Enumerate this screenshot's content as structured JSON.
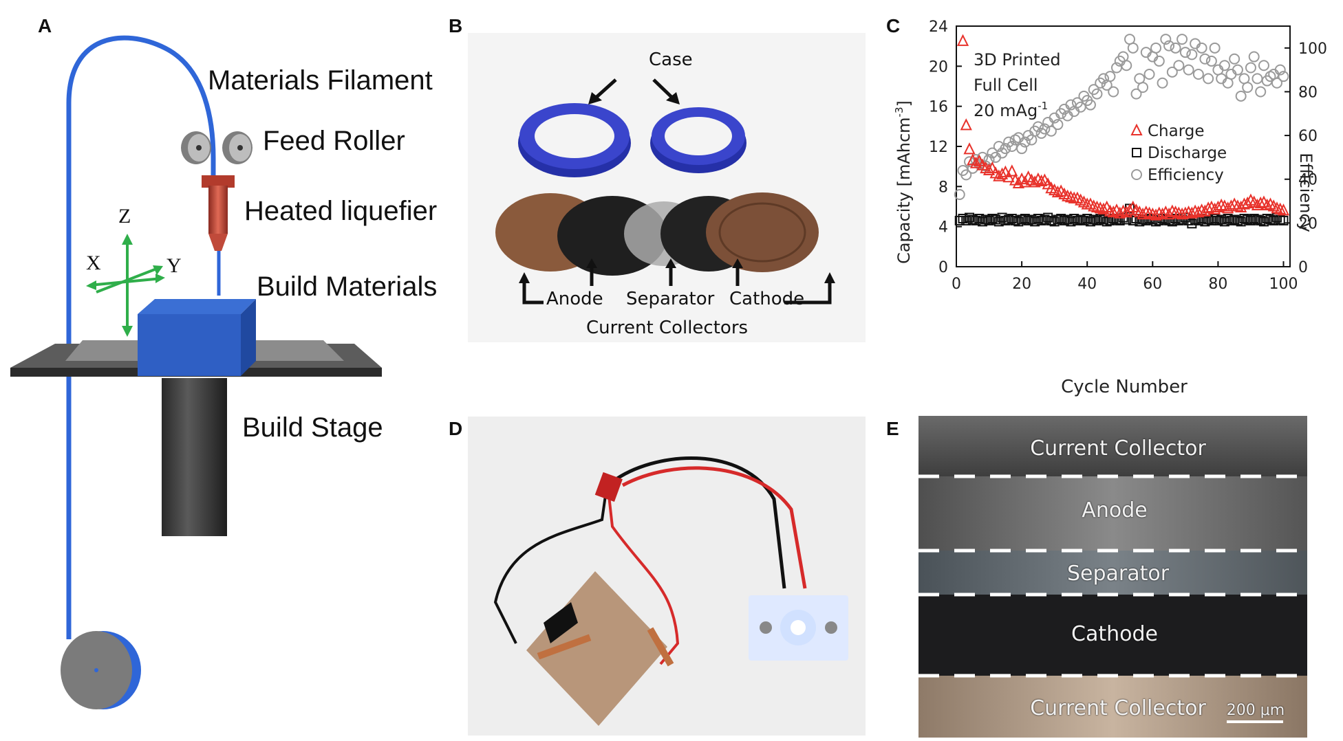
{
  "panels": {
    "a": {
      "letter": "A",
      "labels": {
        "filament": "Materials Filament",
        "feed_roller": "Feed Roller",
        "liquefier": "Heated liquefier",
        "build_materials": "Build Materials",
        "build_stage": "Build Stage",
        "axis_x": "X",
        "axis_y": "Y",
        "axis_z": "Z"
      }
    },
    "b": {
      "letter": "B",
      "labels": {
        "case": "Case",
        "anode": "Anode",
        "separator": "Separator",
        "cathode": "Cathode",
        "current_collectors": "Current Collectors"
      }
    },
    "c": {
      "letter": "C"
    },
    "d": {
      "letter": "D"
    },
    "e": {
      "letter": "E",
      "layers": [
        "Current Collector",
        "Anode",
        "Separator",
        "Cathode",
        "Current Collector"
      ],
      "scale_bar": "200 μm"
    }
  },
  "chart_data": {
    "type": "scatter",
    "annotation_lines": [
      "3D Printed",
      "Full Cell",
      "20 mAg"
    ],
    "annotation_superscript": "-1",
    "xlabel": "Cycle Number",
    "ylabel": "Capacity [mAhcm",
    "ylabel_superscript": "-3",
    "ylabel_close": "]",
    "y2label": "Efficiency",
    "xlim": [
      0,
      102
    ],
    "ylim": [
      0,
      24
    ],
    "y2lim": [
      0,
      110
    ],
    "x_ticks": [
      0,
      20,
      40,
      60,
      80,
      100
    ],
    "y_ticks": [
      0,
      4,
      8,
      12,
      16,
      20,
      24
    ],
    "y2_ticks": [
      0,
      20,
      40,
      60,
      80,
      100
    ],
    "series": [
      {
        "name": "Charge",
        "axis": "left",
        "marker": "triangle",
        "color": "#e8322b",
        "x": [
          2,
          3,
          4,
          5,
          6,
          7,
          8,
          9,
          10,
          11,
          12,
          13,
          14,
          15,
          16,
          17,
          18,
          19,
          20,
          21,
          22,
          23,
          24,
          25,
          26,
          27,
          28,
          29,
          30,
          31,
          32,
          33,
          34,
          35,
          36,
          37,
          38,
          39,
          40,
          41,
          42,
          43,
          44,
          45,
          46,
          47,
          48,
          49,
          50,
          51,
          52,
          53,
          54,
          55,
          56,
          57,
          58,
          59,
          60,
          61,
          62,
          63,
          64,
          65,
          66,
          67,
          68,
          69,
          70,
          71,
          72,
          73,
          74,
          75,
          76,
          77,
          78,
          79,
          80,
          81,
          82,
          83,
          84,
          85,
          86,
          87,
          88,
          89,
          90,
          91,
          92,
          93,
          94,
          95,
          96,
          97,
          98,
          99,
          100
        ],
        "y": [
          22.5,
          14.1,
          11.7,
          10.6,
          10.3,
          10.5,
          10.1,
          9.8,
          9.6,
          9.8,
          9.3,
          9.0,
          9.2,
          9.4,
          8.9,
          9.5,
          8.6,
          8.3,
          8.7,
          8.4,
          8.9,
          8.6,
          8.4,
          8.7,
          8.5,
          8.6,
          8.2,
          7.8,
          7.6,
          7.4,
          7.5,
          7.2,
          7.0,
          6.9,
          6.8,
          6.8,
          6.6,
          6.4,
          6.2,
          6.2,
          6.0,
          5.9,
          5.8,
          5.7,
          5.9,
          5.5,
          5.4,
          5.6,
          5.3,
          5.5,
          5.4,
          5.6,
          5.9,
          5.6,
          5.4,
          5.2,
          5.4,
          5.3,
          5.2,
          5.1,
          5.3,
          5.2,
          5.4,
          5.2,
          5.5,
          5.4,
          5.3,
          5.2,
          5.3,
          5.4,
          5.3,
          5.5,
          5.4,
          5.6,
          5.5,
          5.8,
          5.9,
          5.7,
          5.9,
          6.1,
          6.0,
          5.8,
          6.0,
          6.2,
          6.0,
          5.9,
          6.2,
          6.3,
          6.6,
          6.4,
          6.1,
          6.3,
          6.4,
          6.1,
          6.2,
          6.0,
          5.8,
          5.7,
          5.6
        ]
      },
      {
        "name": "Discharge",
        "axis": "left",
        "marker": "square",
        "color": "#111111",
        "x": [
          1,
          2,
          3,
          4,
          5,
          6,
          7,
          8,
          9,
          10,
          11,
          12,
          13,
          14,
          15,
          16,
          17,
          18,
          19,
          20,
          21,
          22,
          23,
          24,
          25,
          26,
          27,
          28,
          29,
          30,
          31,
          32,
          33,
          34,
          35,
          36,
          37,
          38,
          39,
          40,
          41,
          42,
          43,
          44,
          45,
          46,
          47,
          48,
          49,
          50,
          51,
          52,
          53,
          54,
          55,
          56,
          57,
          58,
          59,
          60,
          61,
          62,
          63,
          64,
          65,
          66,
          67,
          68,
          69,
          70,
          71,
          72,
          73,
          74,
          75,
          76,
          77,
          78,
          79,
          80,
          81,
          82,
          83,
          84,
          85,
          86,
          87,
          88,
          89,
          90,
          91,
          92,
          93,
          94,
          95,
          96,
          97,
          98,
          99,
          100
        ],
        "y": [
          4.6,
          4.8,
          4.6,
          4.9,
          4.7,
          4.6,
          4.8,
          4.5,
          4.7,
          4.6,
          4.8,
          4.7,
          4.5,
          4.9,
          4.6,
          4.7,
          4.8,
          4.6,
          4.5,
          4.7,
          4.8,
          4.6,
          4.7,
          4.5,
          4.8,
          4.6,
          4.7,
          4.9,
          4.6,
          4.5,
          4.7,
          4.8,
          4.6,
          4.7,
          4.5,
          4.8,
          4.6,
          4.7,
          4.6,
          4.8,
          4.5,
          4.7,
          4.6,
          4.8,
          4.7,
          4.5,
          4.6,
          4.8,
          4.7,
          4.6,
          4.9,
          4.7,
          5.8,
          4.6,
          4.8,
          4.5,
          4.7,
          4.6,
          4.8,
          4.7,
          4.5,
          4.6,
          4.8,
          4.7,
          4.6,
          4.5,
          4.8,
          4.6,
          4.7,
          4.9,
          4.6,
          4.3,
          4.7,
          4.6,
          4.8,
          4.5,
          4.7,
          4.6,
          4.8,
          4.6,
          4.7,
          4.5,
          4.8,
          4.6,
          4.7,
          4.6,
          4.5,
          4.8,
          4.7,
          4.6,
          4.8,
          4.7,
          4.6,
          4.5,
          4.8,
          4.7,
          4.6,
          4.9,
          4.7,
          4.6
        ]
      },
      {
        "name": "Efficiency",
        "axis": "right",
        "marker": "circle",
        "color": "#9a9a9a",
        "x": [
          1,
          2,
          3,
          4,
          5,
          6,
          7,
          8,
          9,
          10,
          11,
          12,
          13,
          14,
          15,
          16,
          17,
          18,
          19,
          20,
          21,
          22,
          23,
          24,
          25,
          26,
          27,
          28,
          29,
          30,
          31,
          32,
          33,
          34,
          35,
          36,
          37,
          38,
          39,
          40,
          41,
          42,
          43,
          44,
          45,
          46,
          47,
          48,
          49,
          50,
          51,
          52,
          53,
          54,
          55,
          56,
          57,
          58,
          59,
          60,
          61,
          62,
          63,
          64,
          65,
          66,
          67,
          68,
          69,
          70,
          71,
          72,
          73,
          74,
          75,
          76,
          77,
          78,
          79,
          80,
          81,
          82,
          83,
          84,
          85,
          86,
          87,
          88,
          89,
          90,
          91,
          92,
          93,
          94,
          95,
          96,
          97,
          98,
          99,
          100
        ],
        "y": [
          33,
          44,
          42,
          48,
          45,
          49,
          47,
          50,
          46,
          49,
          52,
          50,
          55,
          52,
          54,
          57,
          55,
          58,
          59,
          54,
          57,
          60,
          58,
          62,
          64,
          61,
          63,
          66,
          62,
          68,
          65,
          70,
          72,
          69,
          74,
          71,
          75,
          73,
          78,
          76,
          74,
          81,
          79,
          84,
          86,
          83,
          87,
          80,
          91,
          94,
          96,
          92,
          104,
          100,
          79,
          86,
          82,
          98,
          88,
          96,
          100,
          94,
          84,
          104,
          101,
          89,
          100,
          92,
          104,
          98,
          90,
          97,
          102,
          88,
          100,
          95,
          86,
          94,
          100,
          90,
          86,
          92,
          84,
          88,
          95,
          90,
          78,
          86,
          82,
          91,
          96,
          86,
          80,
          92,
          85,
          87,
          88,
          84,
          90,
          87
        ]
      }
    ],
    "legend": "right",
    "grid": false
  }
}
